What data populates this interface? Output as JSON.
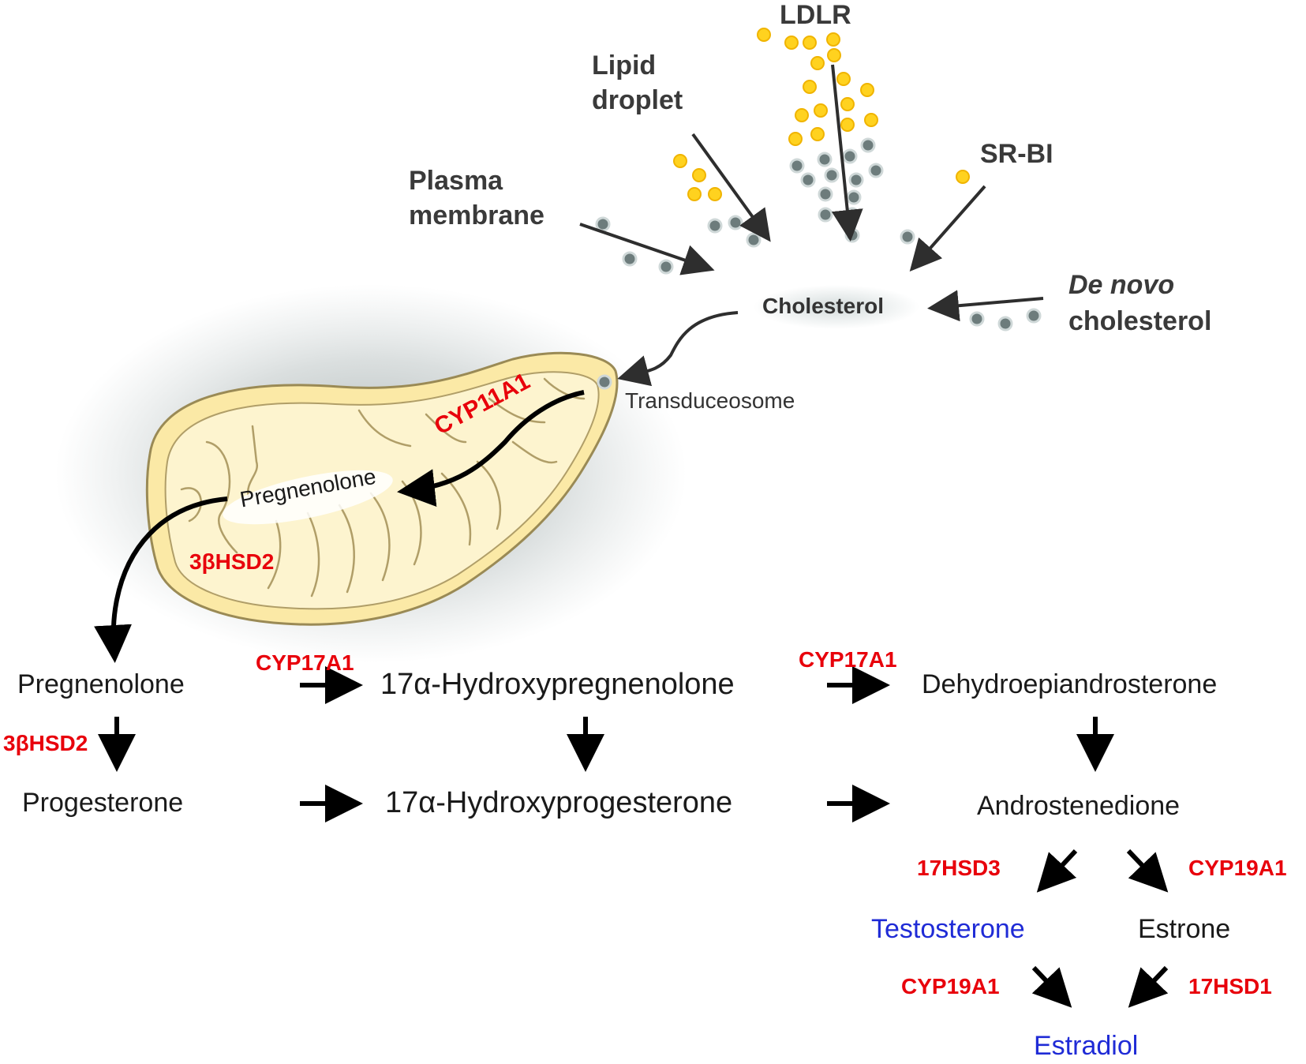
{
  "colors": {
    "enzyme": "#e8000b",
    "product": "#1f2bd6",
    "text": "#1a1a1a",
    "source": "#3a3a3a",
    "lipid_dot": "#ffd21f",
    "chol_dot": "#5f6f6f",
    "mito_fill": "#fbe9a6",
    "mito_stroke": "#9a8a55"
  },
  "sources": {
    "ldlr": "LDLR",
    "lipid_droplet_1": "Lipid",
    "lipid_droplet_2": "droplet",
    "sr_bi": "SR-BI",
    "plasma_membrane_1": "Plasma",
    "plasma_membrane_2": "membrane",
    "de_novo_1": "De novo",
    "de_novo_2": "cholesterol"
  },
  "cholesterol": "Cholesterol",
  "mitochondrion": {
    "transduceosome": "Transduceosome",
    "enzyme_cyp11a1": "CYP11A1",
    "product_pregnenolone": "Pregnenolone",
    "enzyme_3bhsd2": "3βHSD2"
  },
  "pathway": {
    "pregnenolone": "Pregnenolone",
    "hydroxypregnenolone": "17α-Hydroxypregnenolone",
    "dhea": "Dehydroepiandrosterone",
    "progesterone": "Progesterone",
    "hydroxyprogesterone": "17α-Hydroxyprogesterone",
    "androstenedione": "Androstenedione",
    "testosterone": "Testosterone",
    "estrone": "Estrone",
    "estradiol": "Estradiol",
    "enzyme_cyp17a1_a": "CYP17A1",
    "enzyme_cyp17a1_b": "CYP17A1",
    "enzyme_3bhsd2": "3βHSD2",
    "enzyme_17hsd3": "17HSD3",
    "enzyme_cyp19a1_a": "CYP19A1",
    "enzyme_cyp19a1_b": "CYP19A1",
    "enzyme_17hsd1": "17HSD1"
  },
  "icons": {
    "lipid_dot": "yellow-circle",
    "chol_dot": "gray-circle",
    "arrow": "arrow"
  }
}
